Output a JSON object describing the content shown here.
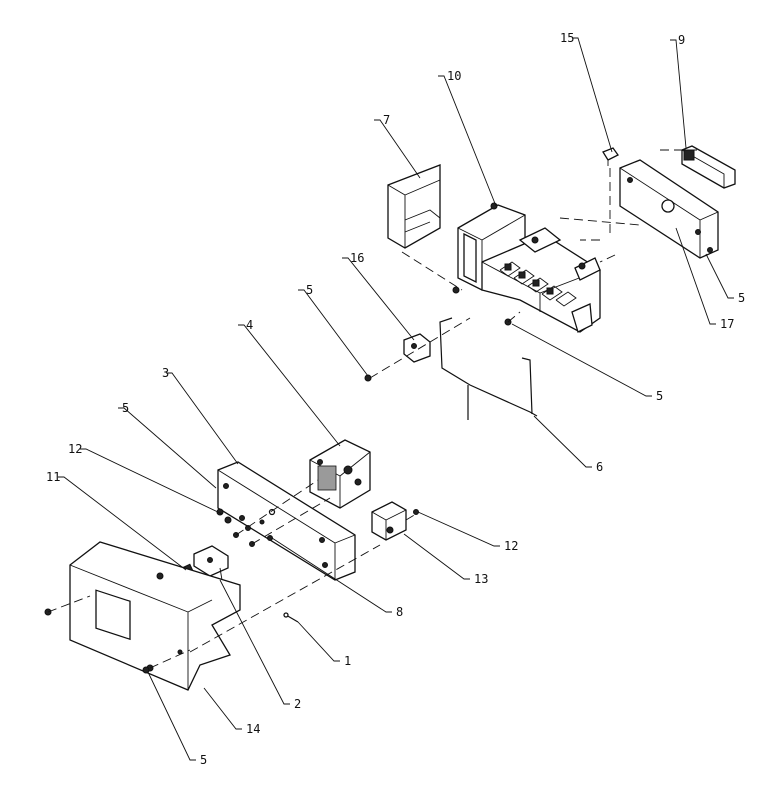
{
  "diagram": {
    "callouts": [
      {
        "id": "c1",
        "text": "1"
      },
      {
        "id": "c2",
        "text": "2"
      },
      {
        "id": "c3",
        "text": "3"
      },
      {
        "id": "c4",
        "text": "4"
      },
      {
        "id": "c5a",
        "text": "5"
      },
      {
        "id": "c5b",
        "text": "5"
      },
      {
        "id": "c5c",
        "text": "5"
      },
      {
        "id": "c5d",
        "text": "5"
      },
      {
        "id": "c5e",
        "text": "5"
      },
      {
        "id": "c6",
        "text": "6"
      },
      {
        "id": "c7",
        "text": "7"
      },
      {
        "id": "c8",
        "text": "8"
      },
      {
        "id": "c9",
        "text": "9"
      },
      {
        "id": "c10",
        "text": "10"
      },
      {
        "id": "c11",
        "text": "11"
      },
      {
        "id": "c12a",
        "text": "12"
      },
      {
        "id": "c12b",
        "text": "12"
      },
      {
        "id": "c13",
        "text": "13"
      },
      {
        "id": "c14",
        "text": "14"
      },
      {
        "id": "c15",
        "text": "15"
      },
      {
        "id": "c16",
        "text": "16"
      },
      {
        "id": "c17",
        "text": "17"
      }
    ]
  }
}
